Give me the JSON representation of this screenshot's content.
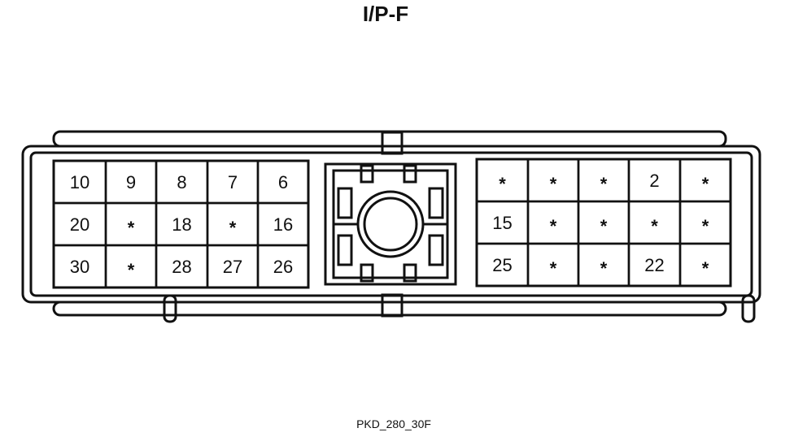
{
  "title": "I/P-F",
  "code": "PKD_280_30F",
  "colors": {
    "stroke": "#111111",
    "background": "#ffffff"
  },
  "left_block": {
    "rows": [
      [
        "10",
        "9",
        "8",
        "7",
        "6"
      ],
      [
        "20",
        "*",
        "18",
        "*",
        "16"
      ],
      [
        "30",
        "*",
        "28",
        "27",
        "26"
      ]
    ]
  },
  "right_block": {
    "rows": [
      [
        "*",
        "*",
        "*",
        "2",
        "*"
      ],
      [
        "15",
        "*",
        "*",
        "*",
        "*"
      ],
      [
        "25",
        "*",
        "*",
        "22",
        "*"
      ]
    ]
  }
}
